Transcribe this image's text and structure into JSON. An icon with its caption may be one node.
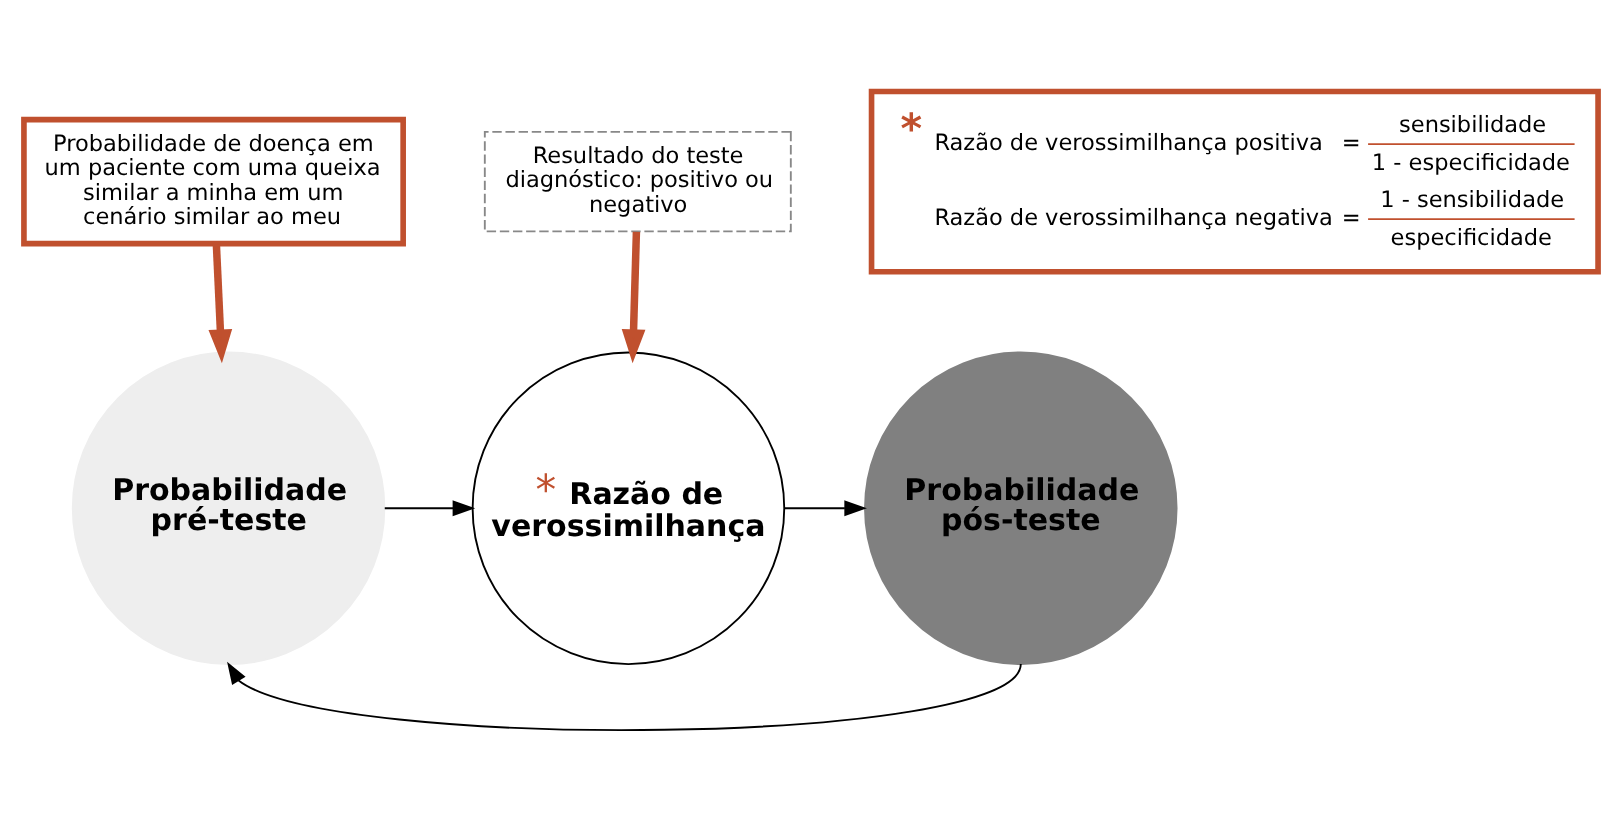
{
  "diagram": {
    "nodes": [
      {
        "text": [
          "Probabilidade de doença em um paciente com uma queixa similar a minha em um cenário similar ao meu"
        ]
      },
      {
        "text": [
          "Resultado do teste diagnóstico: positivo ou negativo"
        ]
      },
      {
        "text": [
          "*",
          "Razão de verossimilhança positiva",
          "=",
          "sensibilidade",
          "1 - especificidade",
          "Razão de verossimilhança negativa",
          "=",
          "1 - sensibilidade",
          "especificidade"
        ]
      },
      {
        "text": [
          "Probabilidade pré-teste"
        ]
      },
      {
        "text": [
          "*",
          "Razão de verossimilhança"
        ]
      },
      {
        "text": [
          "Probabilidade pós-teste"
        ]
      }
    ],
    "edges": [
      {
        "from": 0,
        "to": 3,
        "arrow": "to",
        "style": "thick",
        "color": "#c0502e"
      },
      {
        "from": 1,
        "to": 4,
        "arrow": "to",
        "style": "thick",
        "color": "#c0502e"
      },
      {
        "from": 3,
        "to": 4,
        "arrow": "to"
      },
      {
        "from": 4,
        "to": 5,
        "arrow": "to"
      },
      {
        "from": 5,
        "to": 3,
        "arrow": "to"
      }
    ]
  }
}
